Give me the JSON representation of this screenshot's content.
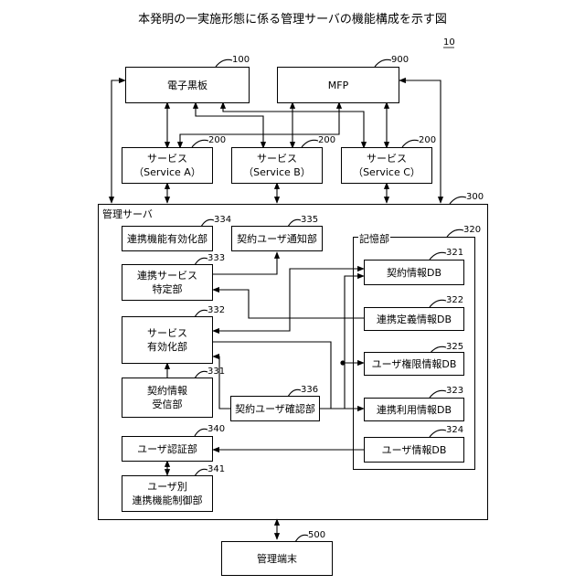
{
  "title": "本発明の一実施形態に係る管理サーバの機能構成を示す図",
  "system_ref": "10",
  "devices": {
    "board": {
      "label": "電子黒板",
      "ref": "100"
    },
    "mfp": {
      "label": "MFP",
      "ref": "900"
    }
  },
  "services": [
    {
      "label": "サービス",
      "sub": "（Service A）",
      "ref": "200"
    },
    {
      "label": "サービス",
      "sub": "（Service B）",
      "ref": "200"
    },
    {
      "label": "サービス",
      "sub": "（Service C）",
      "ref": "200"
    }
  ],
  "server": {
    "label": "管理サーバ",
    "ref": "300"
  },
  "units": {
    "coop_enable": {
      "label": "連携機能有効化部",
      "ref": "334"
    },
    "contract_notify": {
      "label": "契約ユーザ通知部",
      "ref": "335"
    },
    "coop_identify": {
      "line1": "連携サービス",
      "line2": "特定部",
      "ref": "333"
    },
    "service_enable": {
      "line1": "サービス",
      "line2": "有効化部",
      "ref": "332"
    },
    "contract_receive": {
      "line1": "契約情報",
      "line2": "受信部",
      "ref": "331"
    },
    "contract_confirm": {
      "label": "契約ユーザ確認部",
      "ref": "336"
    },
    "user_auth": {
      "label": "ユーザ認証部",
      "ref": "340"
    },
    "user_control": {
      "line1": "ユーザ別",
      "line2": "連携機能制御部",
      "ref": "341"
    }
  },
  "storage": {
    "label": "記憶部",
    "ref": "320",
    "dbs": [
      {
        "label": "契約情報DB",
        "ref": "321"
      },
      {
        "label": "連携定義情報DB",
        "ref": "322"
      },
      {
        "label": "ユーザ権限情報DB",
        "ref": "325"
      },
      {
        "label": "連携利用情報DB",
        "ref": "323"
      },
      {
        "label": "ユーザ情報DB",
        "ref": "324"
      }
    ]
  },
  "terminal": {
    "label": "管理端末",
    "ref": "500"
  }
}
